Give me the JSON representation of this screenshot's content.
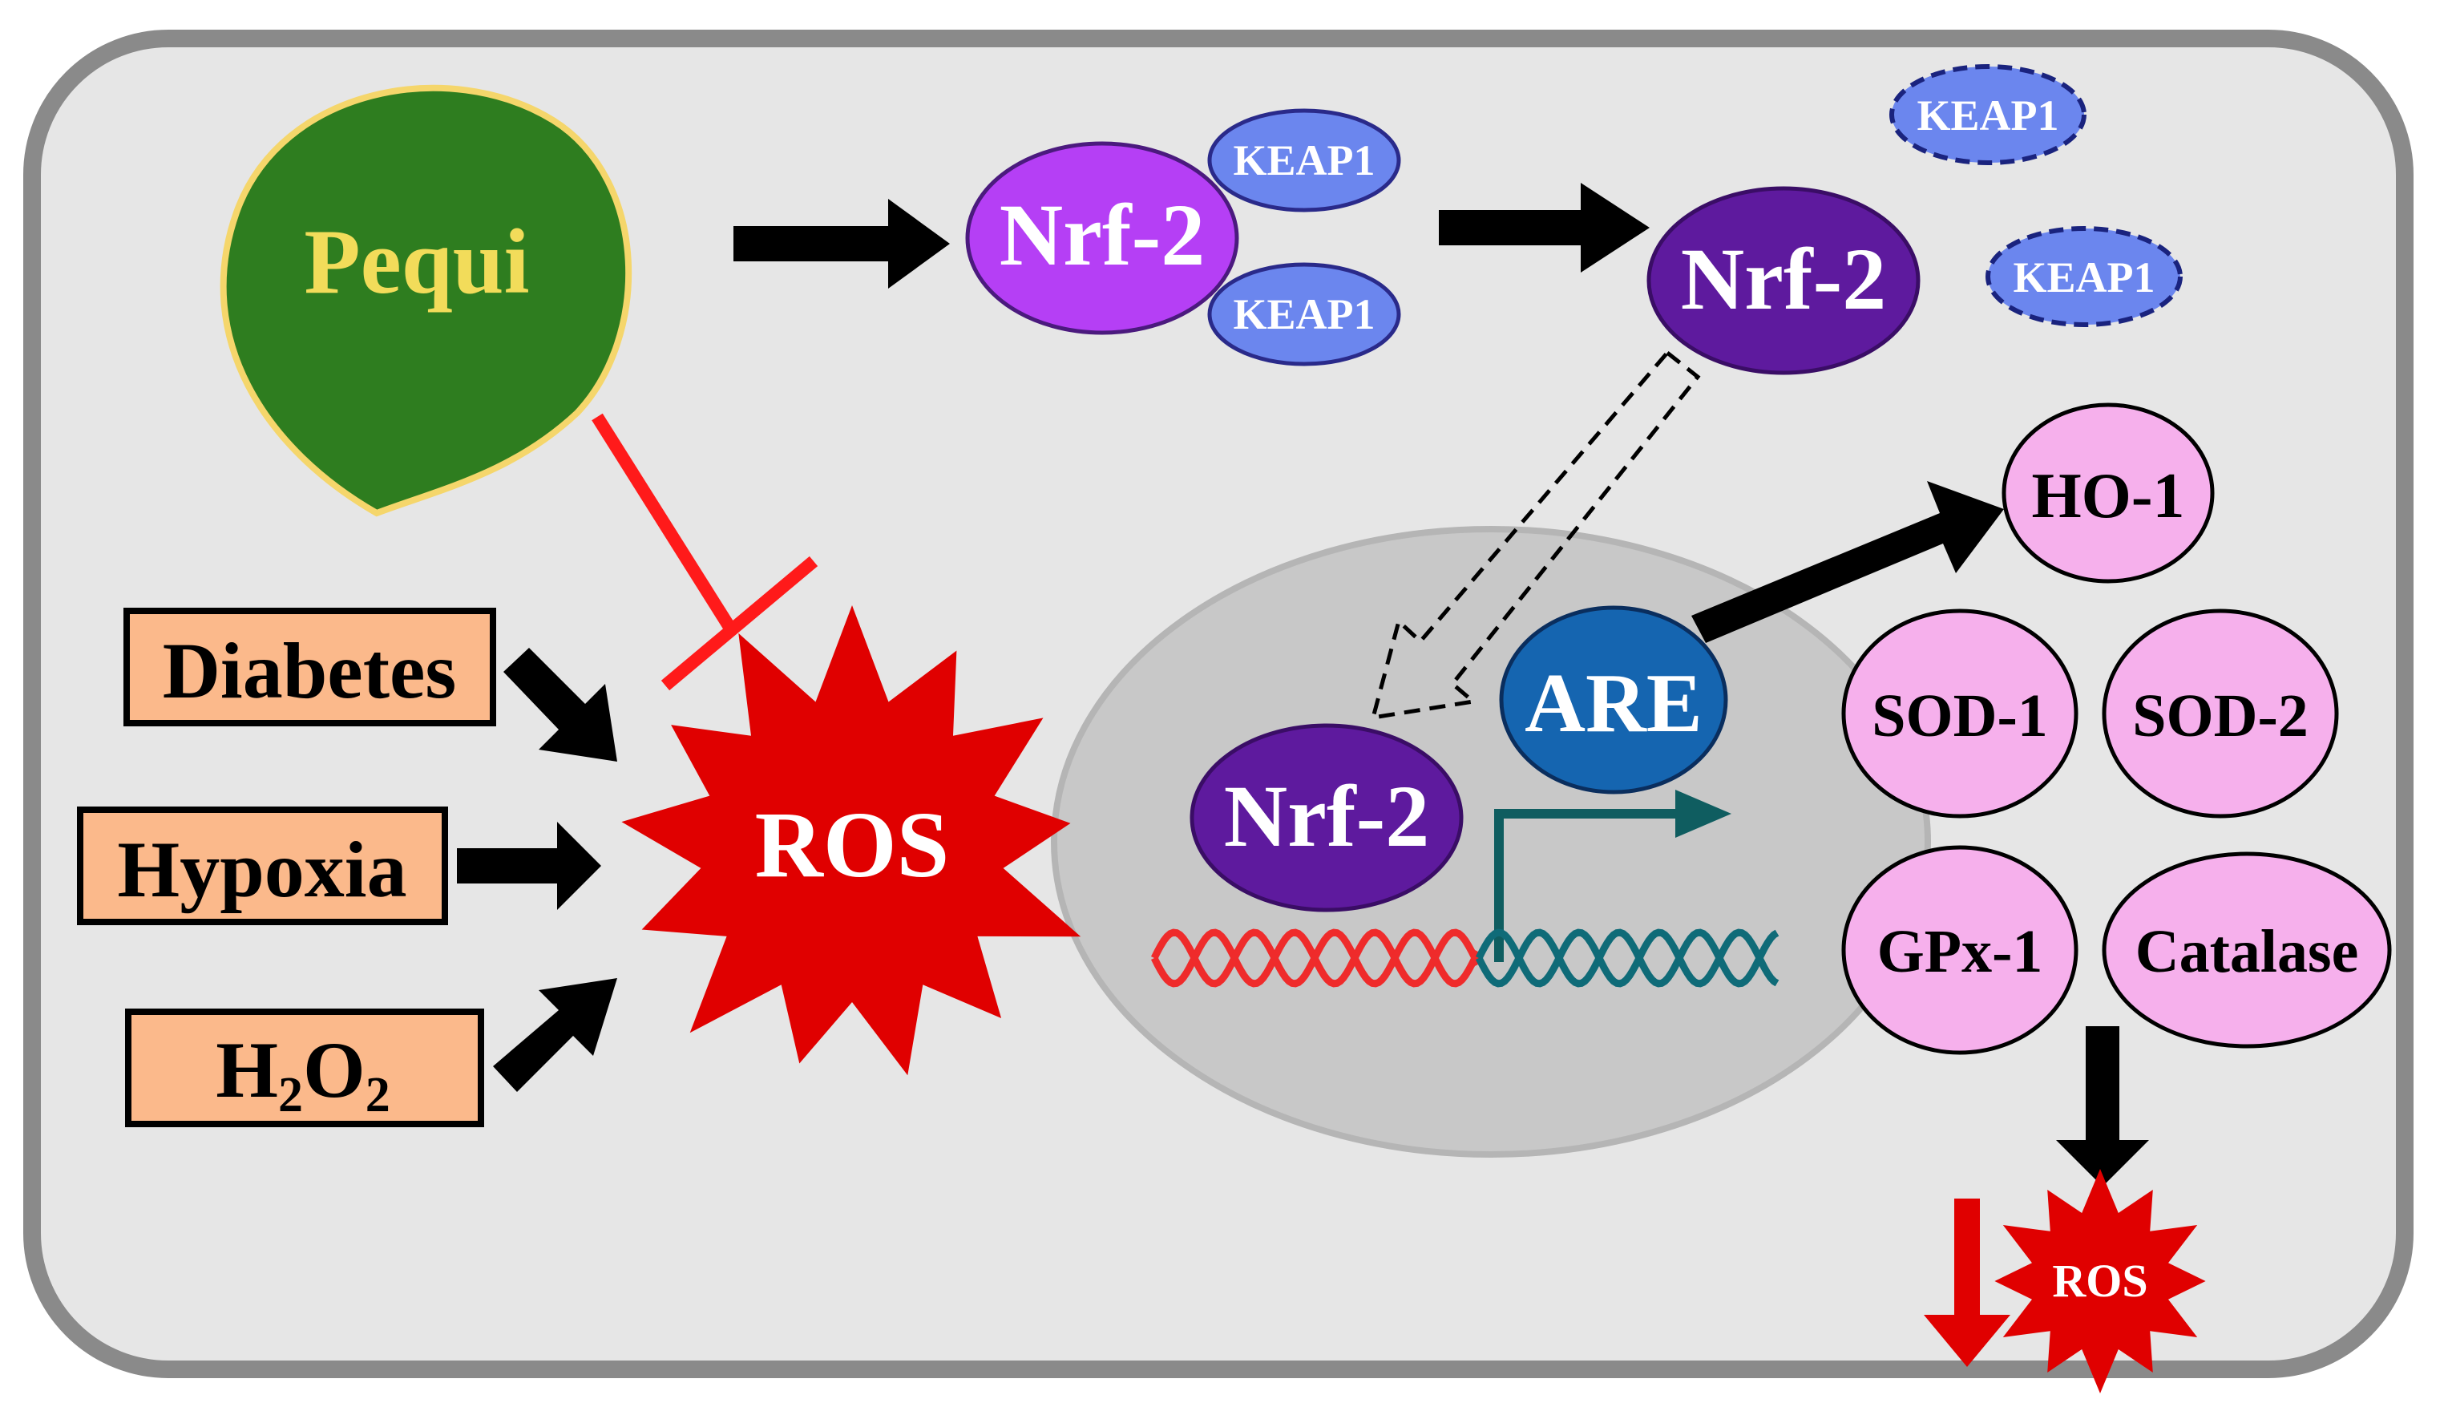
{
  "pequi": {
    "label": "Pequi",
    "fill": "#2e7d1f",
    "stroke": "#f5d66b",
    "text_color": "#f2dc5a"
  },
  "stressors": [
    {
      "id": "diabetes",
      "label": "Diabetes"
    },
    {
      "id": "hypoxia",
      "label": "Hypoxia"
    },
    {
      "id": "h2o2",
      "label": "H",
      "sub1": "2",
      "mid": "O",
      "sub2": "2"
    }
  ],
  "ros_main": {
    "label": "ROS"
  },
  "ros_small": {
    "label": "ROS"
  },
  "nrf2": {
    "complex_label": "Nrf-2",
    "free_label": "Nrf-2",
    "nuclear_label": "Nrf-2"
  },
  "keap1": {
    "label": "KEAP1"
  },
  "are": {
    "label": "ARE"
  },
  "enzymes": [
    {
      "id": "ho1",
      "label": "HO-1"
    },
    {
      "id": "sod1",
      "label": "SOD-1"
    },
    {
      "id": "sod2",
      "label": "SOD-2"
    },
    {
      "id": "gpx1",
      "label": "GPx-1"
    },
    {
      "id": "catalase",
      "label": "Catalase"
    }
  ],
  "colors": {
    "cell_fill": "#e6e6e6",
    "cell_stroke": "#8a8a8a",
    "nucleus_fill": "#c8c8c8",
    "stress_box": "#fbb98b",
    "ros_red": "#e00000",
    "inhibit_red": "#ff1a1a",
    "nrf2_light": "#b53ff5",
    "nrf2_dark": "#5e1a9e",
    "keap1_fill": "#6b86ee",
    "are_fill": "#1565b0",
    "enzyme_fill": "#f6b0ec",
    "dna_red": "#ef2b2b",
    "dna_teal": "#0f6b78"
  }
}
